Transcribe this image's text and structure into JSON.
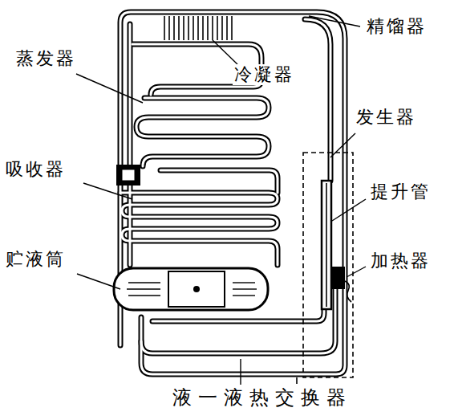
{
  "diagram": {
    "labels": [
      "精馏器",
      "蒸发器",
      "冷凝器",
      "发生器",
      "吸收器",
      "提升管",
      "贮液筒",
      "加热器",
      "液一液热交换器"
    ]
  }
}
